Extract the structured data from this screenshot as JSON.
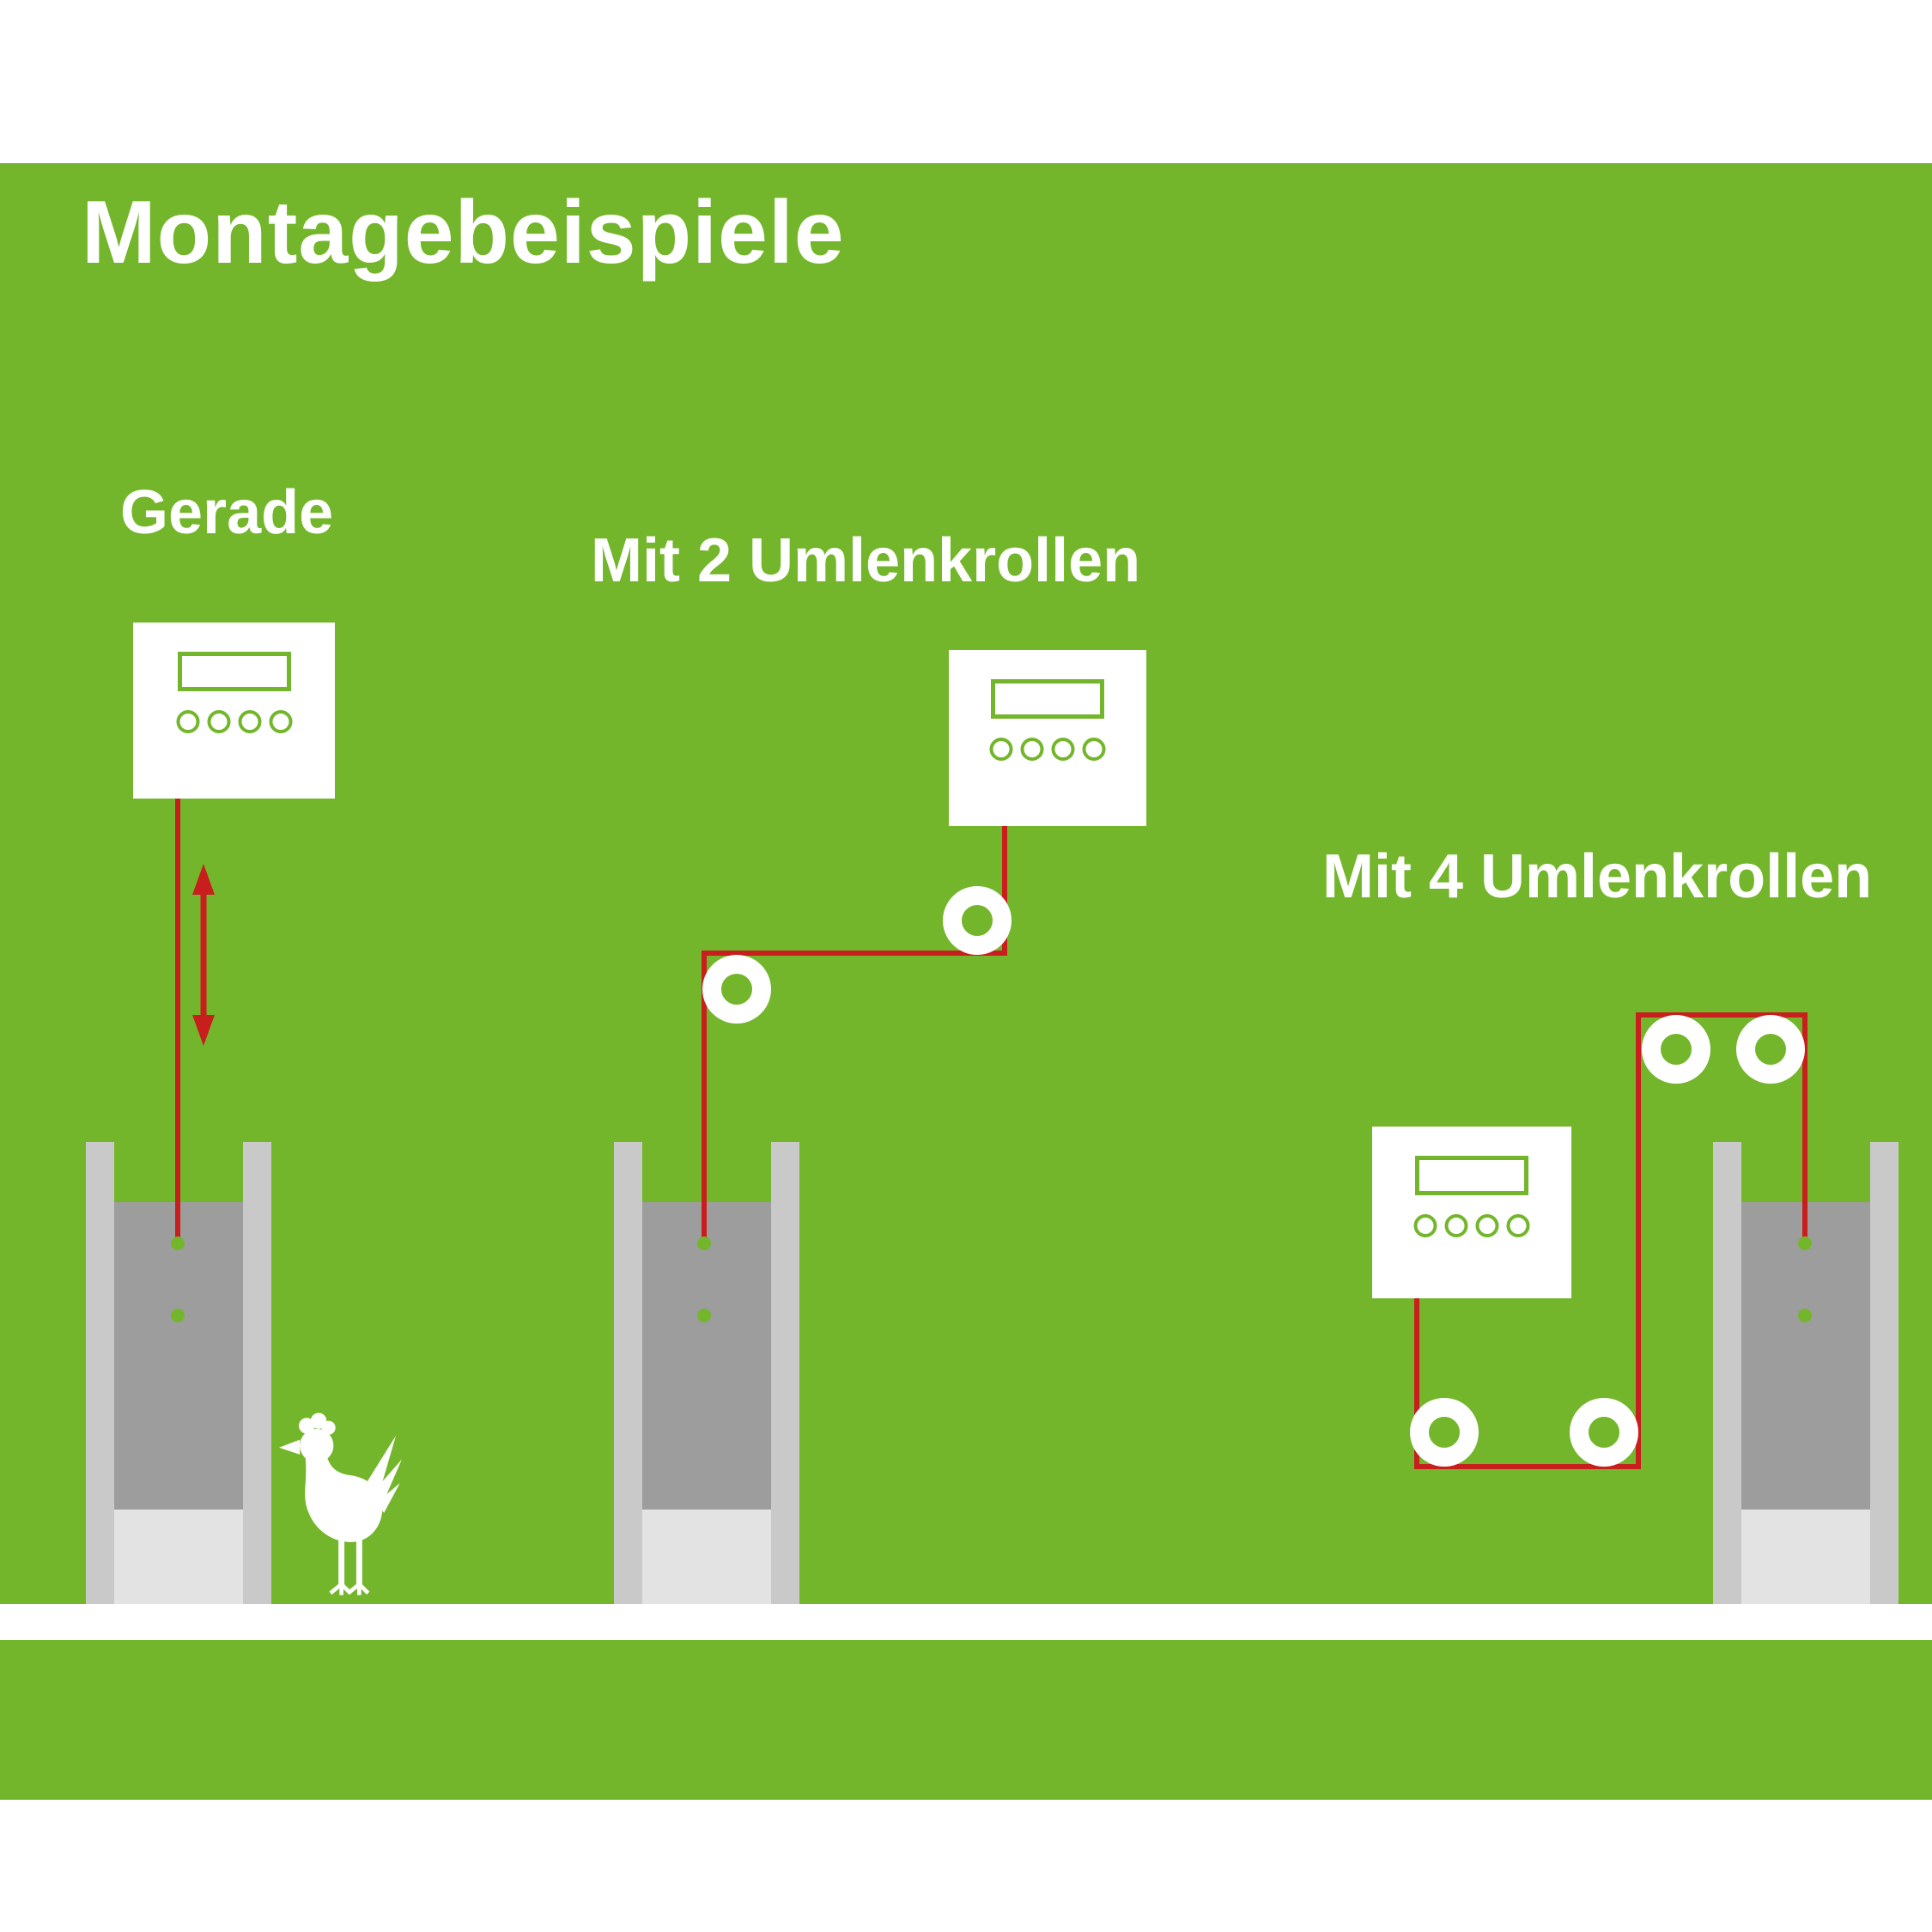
{
  "title": "Montagebeispiele",
  "examples": [
    {
      "label": "Gerade"
    },
    {
      "label": "Mit 2 Umlenkrollen"
    },
    {
      "label": "Mit 4 Umlenkrollen"
    }
  ],
  "colors": {
    "background_green": "#74b62b",
    "cable_red": "#c81e1e",
    "rail_gray": "#c9c9c9",
    "door_gray": "#9d9d9d",
    "door_opening_gray": "#e3e3e3",
    "white": "#ffffff"
  },
  "icons": {
    "controller": "white-control-box-with-display-and-4-buttons",
    "pulley": "white-ring",
    "direction_arrow": "red-double-vertical-arrow",
    "chicken": "white-rooster-silhouette"
  }
}
